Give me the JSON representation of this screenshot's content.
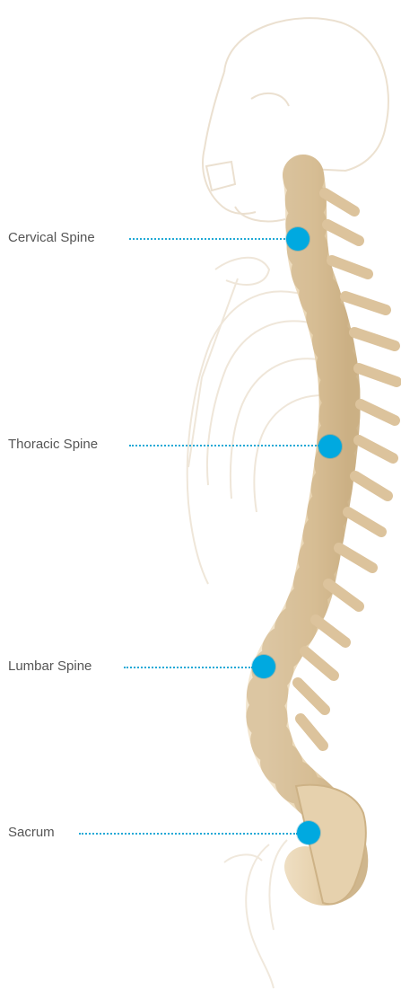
{
  "spine_regions": [
    {
      "id": "cervical",
      "label": "Cervical Spine"
    },
    {
      "id": "thoracic",
      "label": "Thoracic Spine"
    },
    {
      "id": "lumbar",
      "label": "Lumbar Spine"
    },
    {
      "id": "sacrum",
      "label": "Sacrum"
    }
  ],
  "colors": {
    "marker": "#00a9e0",
    "leader_line": "#21a9d6",
    "label_text": "#555555",
    "bone": "#ead8b9"
  }
}
